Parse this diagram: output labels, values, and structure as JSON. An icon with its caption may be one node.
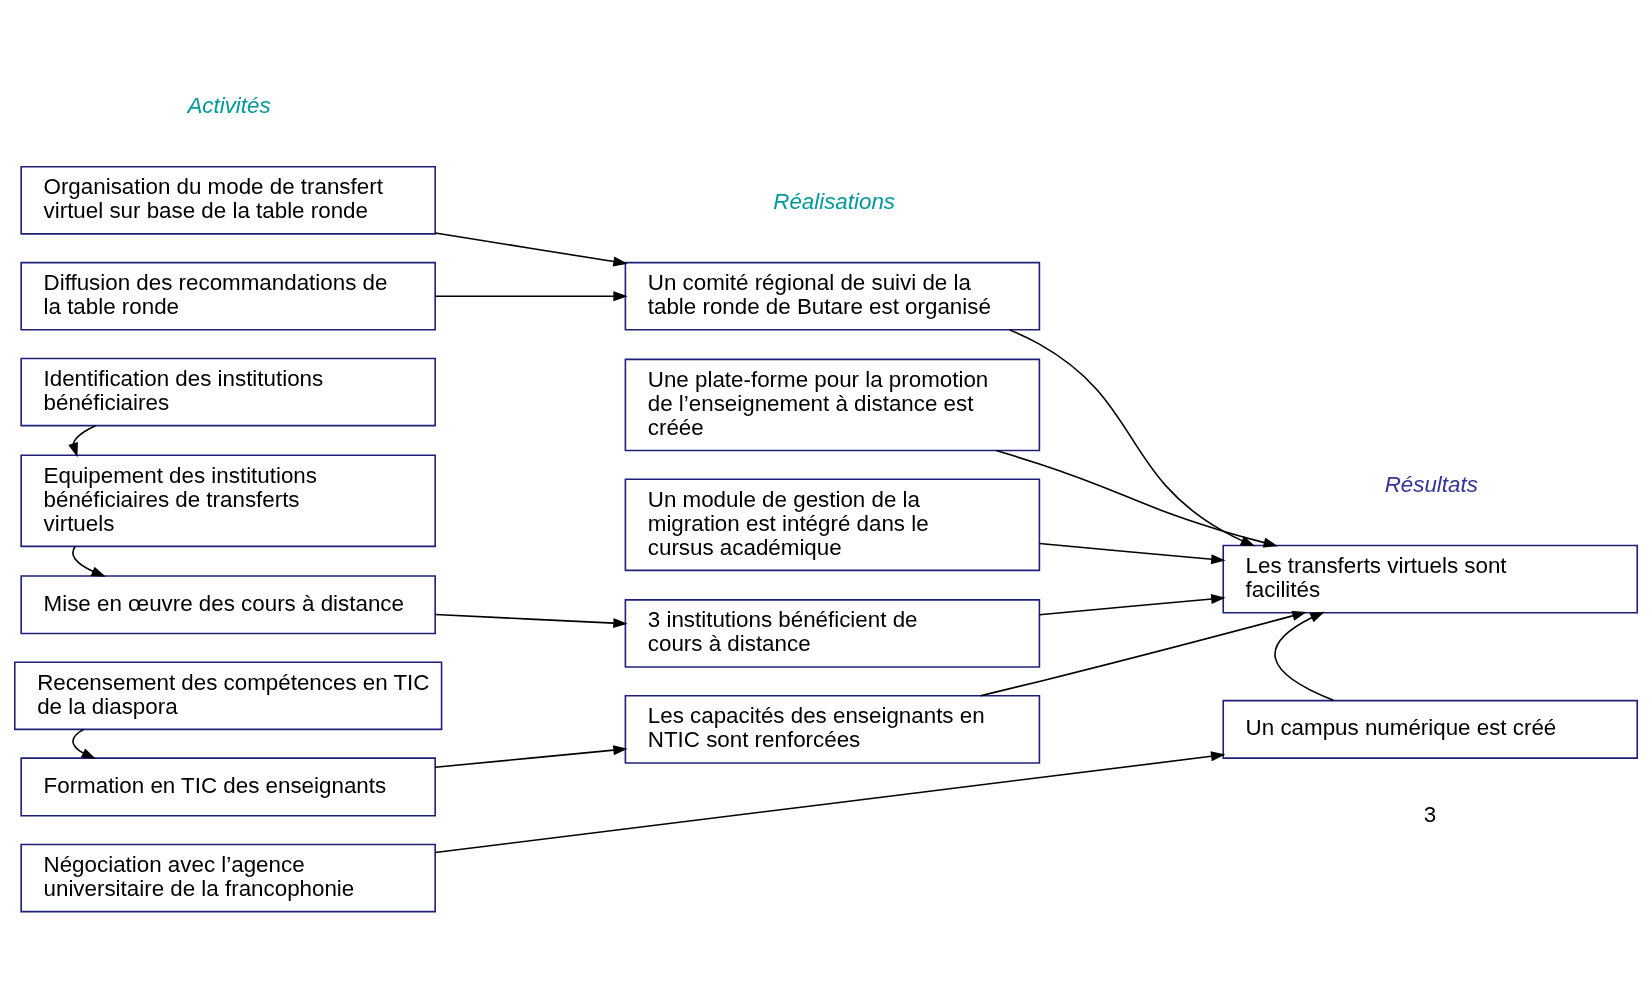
{
  "diagram": {
    "nodes": [
      {
        "text": [
          "Organisation du mode de transfert virtuel sur base de la table ronde"
        ]
      },
      {
        "text": [
          "Diffusion des recommandations de la table ronde"
        ]
      },
      {
        "text": [
          "Un comité régional de suivi de la table ronde de Butare est organisé"
        ]
      },
      {
        "text": [
          "Une plate-forme pour la promotion de l’enseignement à distance est créée"
        ]
      },
      {
        "text": [
          "Identification des institutions bénéficiaires"
        ]
      },
      {
        "text": [
          "Un module de gestion de la migration est intégré dans le cursus académique"
        ]
      },
      {
        "text": [
          "Equipement des institutions bénéficiaires de transferts virtuels"
        ]
      },
      {
        "text": [
          "Mise en œuvre des cours à distance"
        ]
      },
      {
        "text": [
          "3 institutions bénéficient de cours à distance"
        ]
      },
      {
        "text": [
          "Les transferts virtuels sont facilités"
        ]
      },
      {
        "text": [
          "Recensement des compétences en TIC de la diaspora"
        ]
      },
      {
        "text": [
          "Formation en TIC des enseignants"
        ]
      },
      {
        "text": [
          "Les capacités des enseignants en NTIC sont renforcées"
        ]
      },
      {
        "text": [
          "Négociation avec l’agence universitaire de la francophonie"
        ]
      },
      {
        "text": [
          "Un campus numérique est créé"
        ]
      }
    ],
    "edges": [
      {
        "from": 0,
        "to": 2,
        "arrow": "to"
      },
      {
        "from": 1,
        "to": 2,
        "arrow": "to"
      },
      {
        "from": 4,
        "to": 6,
        "arrow": "to"
      },
      {
        "from": 6,
        "to": 7,
        "arrow": "to"
      },
      {
        "from": 7,
        "to": 8,
        "arrow": "to"
      },
      {
        "from": 10,
        "to": 11,
        "arrow": "to"
      },
      {
        "from": 11,
        "to": 12,
        "arrow": "to"
      },
      {
        "from": 2,
        "to": 9,
        "arrow": "to"
      },
      {
        "from": 3,
        "to": 9,
        "arrow": "to"
      },
      {
        "from": 5,
        "to": 9,
        "arrow": "to"
      },
      {
        "from": 8,
        "to": 9,
        "arrow": "to"
      },
      {
        "from": 12,
        "to": 9,
        "arrow": "to"
      },
      {
        "from": 13,
        "to": 14,
        "arrow": "to"
      },
      {
        "from": 14,
        "to": 9,
        "arrow": "to"
      }
    ],
    "labels": [
      "Activités",
      "Réalisations",
      "Résultats",
      "3"
    ]
  }
}
